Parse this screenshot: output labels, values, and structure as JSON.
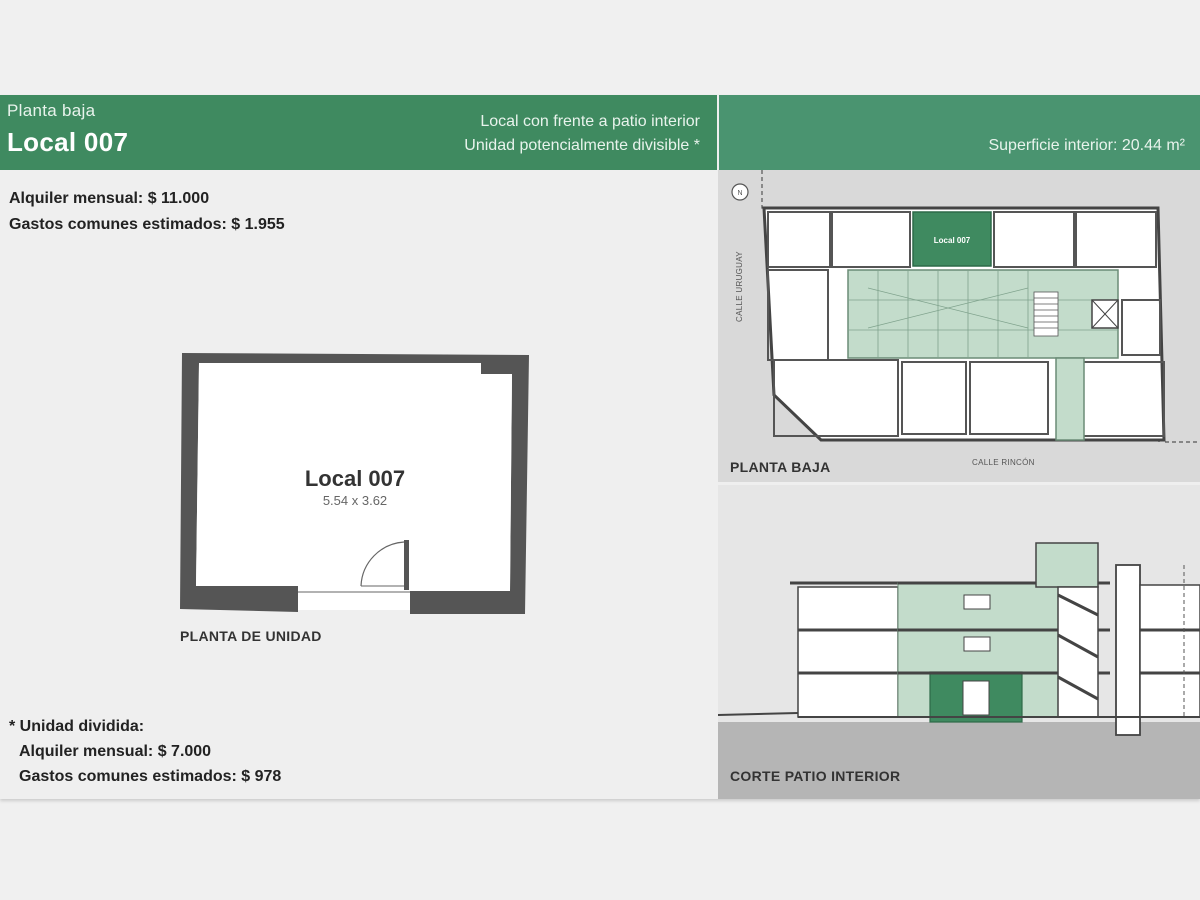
{
  "header": {
    "level": "Planta baja",
    "unit_title": "Local 007",
    "description_line1": "Local con frente a patio interior",
    "description_line2": "Unidad potencialmente divisible *",
    "surface": "Superficie interior: 20.44 m²"
  },
  "pricing": {
    "monthly_rent": "Alquiler mensual: $ 11.000",
    "common_expenses": "Gastos comunes estimados: $ 1.955"
  },
  "unit_plan": {
    "name": "Local 007",
    "dimensions": "5.54 x 3.62",
    "label": "PLANTA DE UNIDAD"
  },
  "divided_unit": {
    "title": "* Unidad dividida:",
    "monthly_rent": "Alquiler mensual: $ 7.000",
    "common_expenses": "Gastos comunes estimados: $ 978"
  },
  "floor_plan": {
    "label": "PLANTA BAJA",
    "highlight_label": "Local 007",
    "street_west": "CALLE URUGUAY",
    "street_south": "CALLE RINCÓN",
    "north_marker": "N"
  },
  "section": {
    "label": "CORTE PATIO INTERIOR"
  },
  "colors": {
    "header_green": "#3f8a60",
    "accent_green": "#4a9470",
    "light_green": "#c3dccb"
  }
}
